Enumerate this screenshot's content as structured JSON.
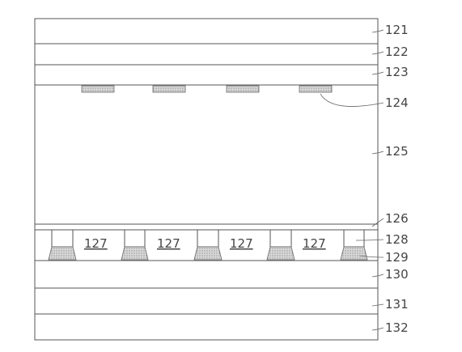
{
  "layers": [
    {
      "id": "121",
      "label": "121"
    },
    {
      "id": "122",
      "label": "122"
    },
    {
      "id": "123",
      "label": "123"
    },
    {
      "id": "124",
      "label": "124"
    },
    {
      "id": "125",
      "label": "125"
    },
    {
      "id": "126",
      "label": "126"
    },
    {
      "id": "128",
      "label": "128"
    },
    {
      "id": "129",
      "label": "129"
    },
    {
      "id": "130",
      "label": "130"
    },
    {
      "id": "131",
      "label": "131"
    },
    {
      "id": "132",
      "label": "132"
    }
  ],
  "cell_label": "127",
  "cells": [
    "127",
    "127",
    "127",
    "127"
  ],
  "colors": {
    "line": "#555555",
    "hatch": "#9a9a9a"
  }
}
